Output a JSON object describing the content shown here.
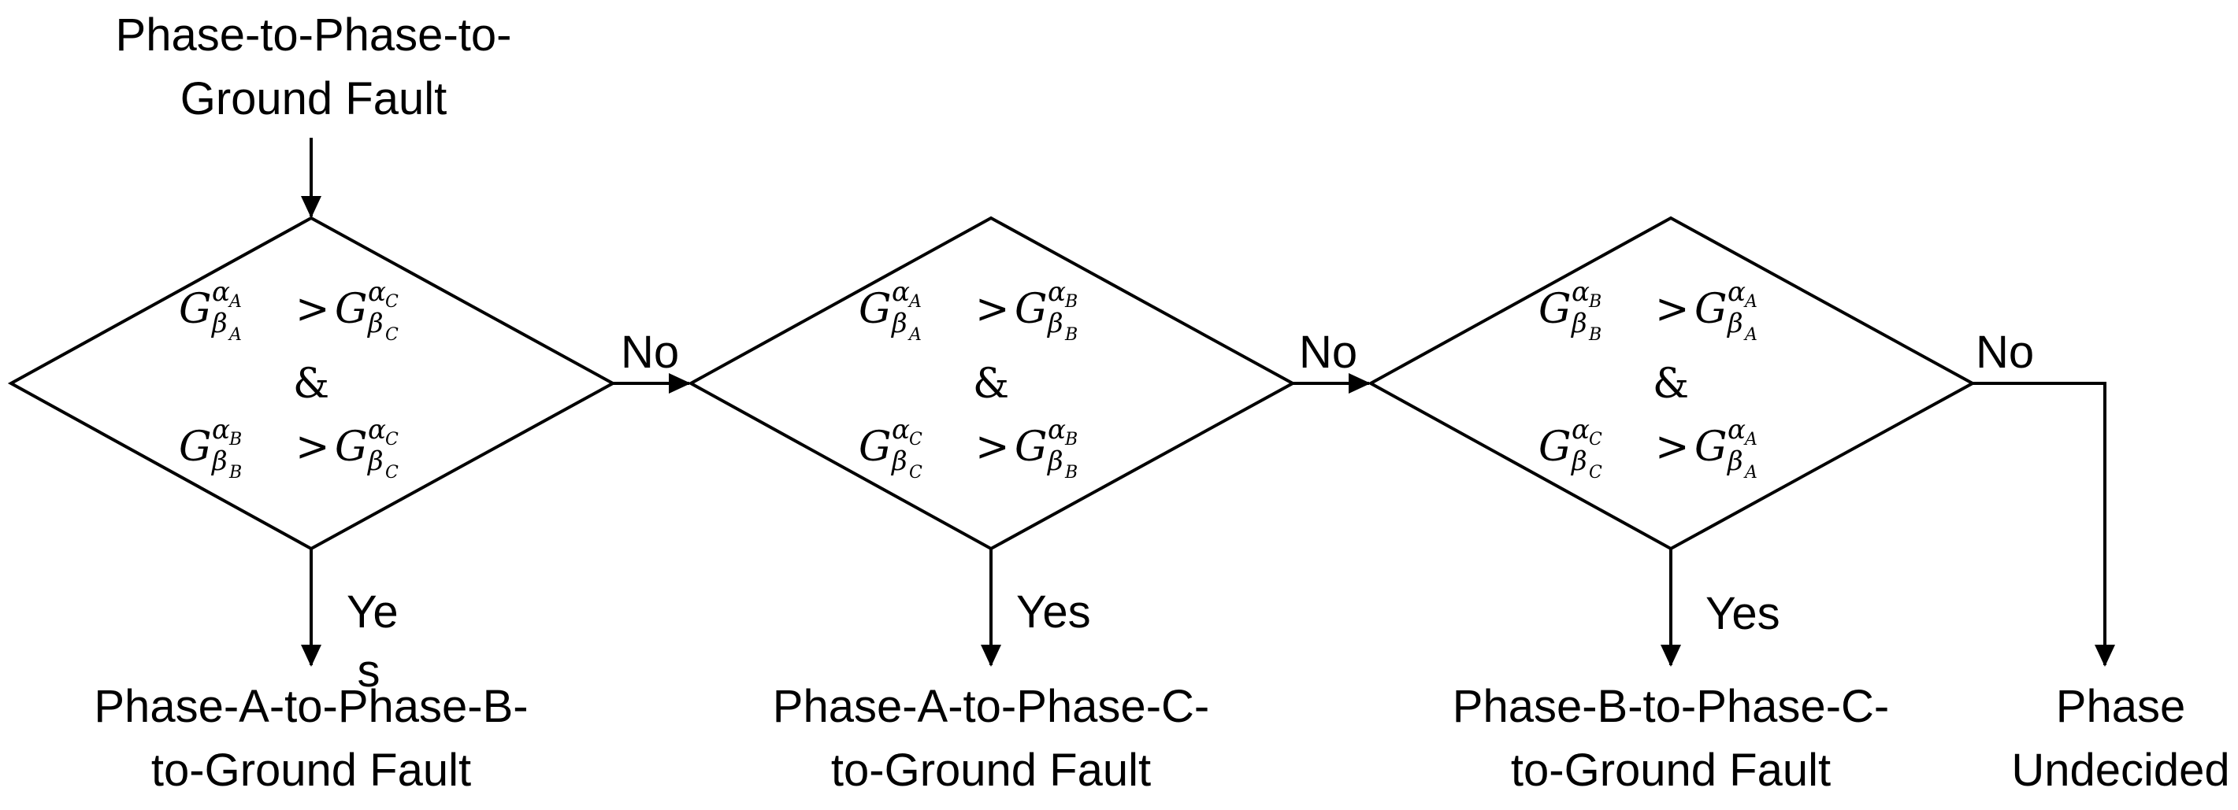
{
  "start": {
    "line1": "Phase-to-Phase-to-",
    "line2": "Ground Fault"
  },
  "edges": {
    "no": "No",
    "yes": "Yes",
    "yes_wrapped_1": "Ye",
    "yes_wrapped_2": "s"
  },
  "decisions": [
    {
      "c1": {
        "lhs": {
          "sup": "α",
          "supsub": "A",
          "sub": "β",
          "subsub": "A"
        },
        "rhs": {
          "sup": "α",
          "supsub": "C",
          "sub": "β",
          "subsub": "C"
        }
      },
      "amp": "&",
      "c2": {
        "lhs": {
          "sup": "α",
          "supsub": "B",
          "sub": "β",
          "subsub": "B"
        },
        "rhs": {
          "sup": "α",
          "supsub": "C",
          "sub": "β",
          "subsub": "C"
        }
      }
    },
    {
      "c1": {
        "lhs": {
          "sup": "α",
          "supsub": "A",
          "sub": "β",
          "subsub": "A"
        },
        "rhs": {
          "sup": "α",
          "supsub": "B",
          "sub": "β",
          "subsub": "B"
        }
      },
      "amp": "&",
      "c2": {
        "lhs": {
          "sup": "α",
          "supsub": "C",
          "sub": "β",
          "subsub": "C"
        },
        "rhs": {
          "sup": "α",
          "supsub": "B",
          "sub": "β",
          "subsub": "B"
        }
      }
    },
    {
      "c1": {
        "lhs": {
          "sup": "α",
          "supsub": "B",
          "sub": "β",
          "subsub": "B"
        },
        "rhs": {
          "sup": "α",
          "supsub": "A",
          "sub": "β",
          "subsub": "A"
        }
      },
      "amp": "&",
      "c2": {
        "lhs": {
          "sup": "α",
          "supsub": "C",
          "sub": "β",
          "subsub": "C"
        },
        "rhs": {
          "sup": "α",
          "supsub": "A",
          "sub": "β",
          "subsub": "A"
        }
      }
    }
  ],
  "outcomes": [
    {
      "line1": "Phase-A-to-Phase-B-",
      "line2": "to-Ground Fault"
    },
    {
      "line1": "Phase-A-to-Phase-C-",
      "line2": "to-Ground Fault"
    },
    {
      "line1": "Phase-B-to-Phase-C-",
      "line2": "to-Ground Fault"
    },
    {
      "line1": "Phase",
      "line2": "Undecided"
    }
  ],
  "math_symbols": {
    "G": "G",
    "gt": ">"
  }
}
